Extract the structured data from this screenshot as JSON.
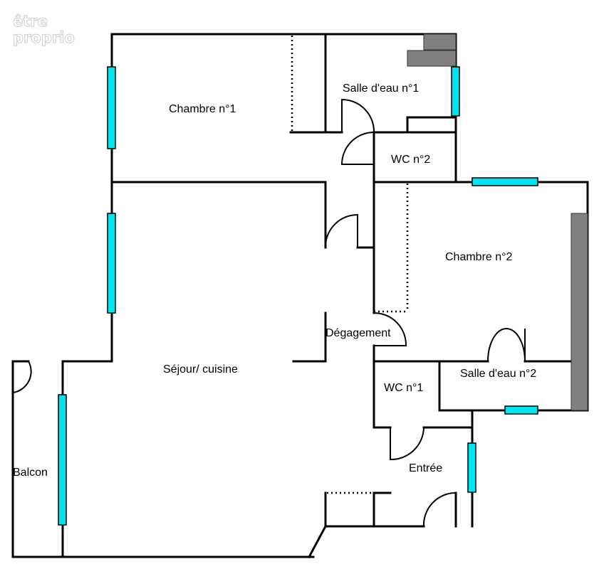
{
  "watermark": {
    "line1": "être",
    "line2": "proprio"
  },
  "rooms": {
    "chambre1": "Chambre n°1",
    "salle_eau1": "Salle d'eau n°1",
    "wc2": "WC n°2",
    "chambre2": "Chambre n°2",
    "degagement": "Dégagement",
    "sejour": "Séjour/ cuisine",
    "wc1": "WC n°1",
    "salle_eau2": "Salle d'eau n°2",
    "entree": "Entrée",
    "balcon": "Balcon"
  },
  "colors": {
    "wall": "#000000",
    "window": "#00e5ee",
    "fixture": "#808080"
  }
}
